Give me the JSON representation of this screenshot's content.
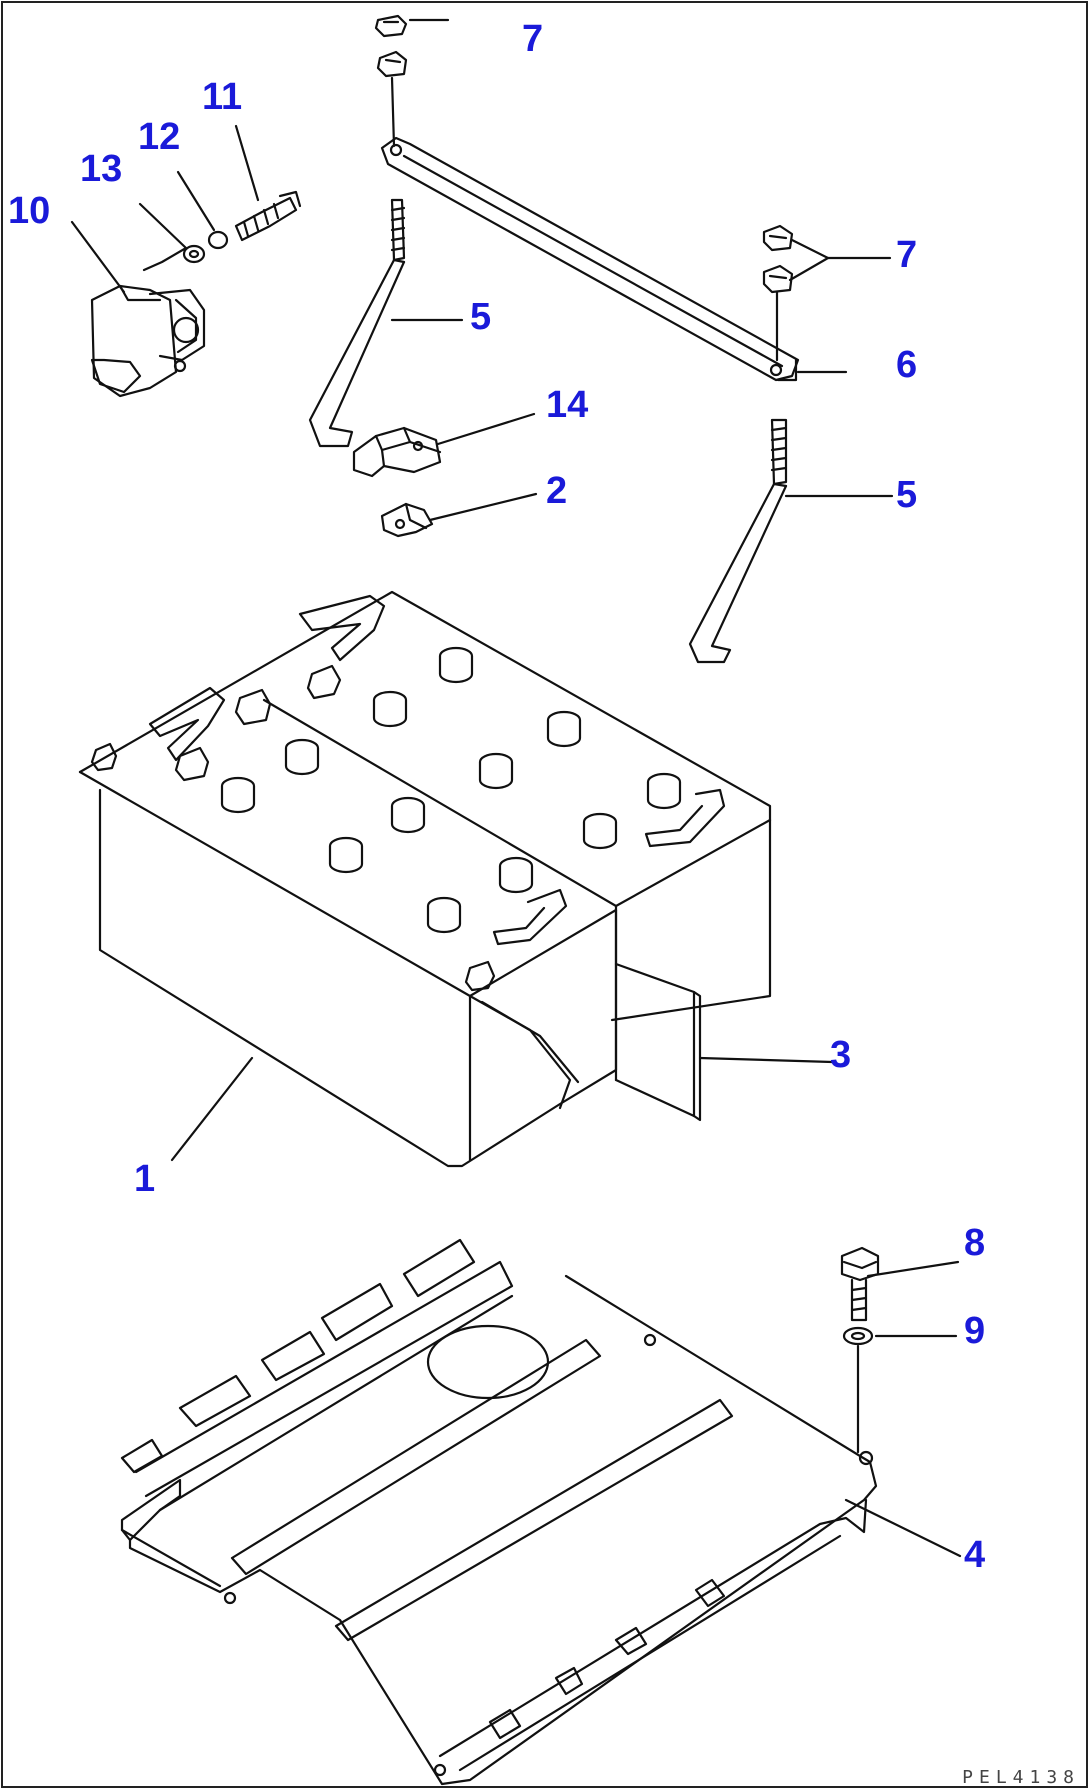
{
  "callouts": [
    {
      "id": "7a",
      "text": "7"
    },
    {
      "id": "11",
      "text": "11"
    },
    {
      "id": "12",
      "text": "12"
    },
    {
      "id": "13",
      "text": "13"
    },
    {
      "id": "10",
      "text": "10"
    },
    {
      "id": "7b",
      "text": "7"
    },
    {
      "id": "5a",
      "text": "5"
    },
    {
      "id": "6",
      "text": "6"
    },
    {
      "id": "14",
      "text": "14"
    },
    {
      "id": "2",
      "text": "2"
    },
    {
      "id": "5b",
      "text": "5"
    },
    {
      "id": "3",
      "text": "3"
    },
    {
      "id": "1",
      "text": "1"
    },
    {
      "id": "8",
      "text": "8"
    },
    {
      "id": "9",
      "text": "9"
    },
    {
      "id": "4",
      "text": "4"
    }
  ],
  "drawing_code": "PEL4138",
  "colors": {
    "callout": "#1a1ad9",
    "line": "#111111"
  }
}
